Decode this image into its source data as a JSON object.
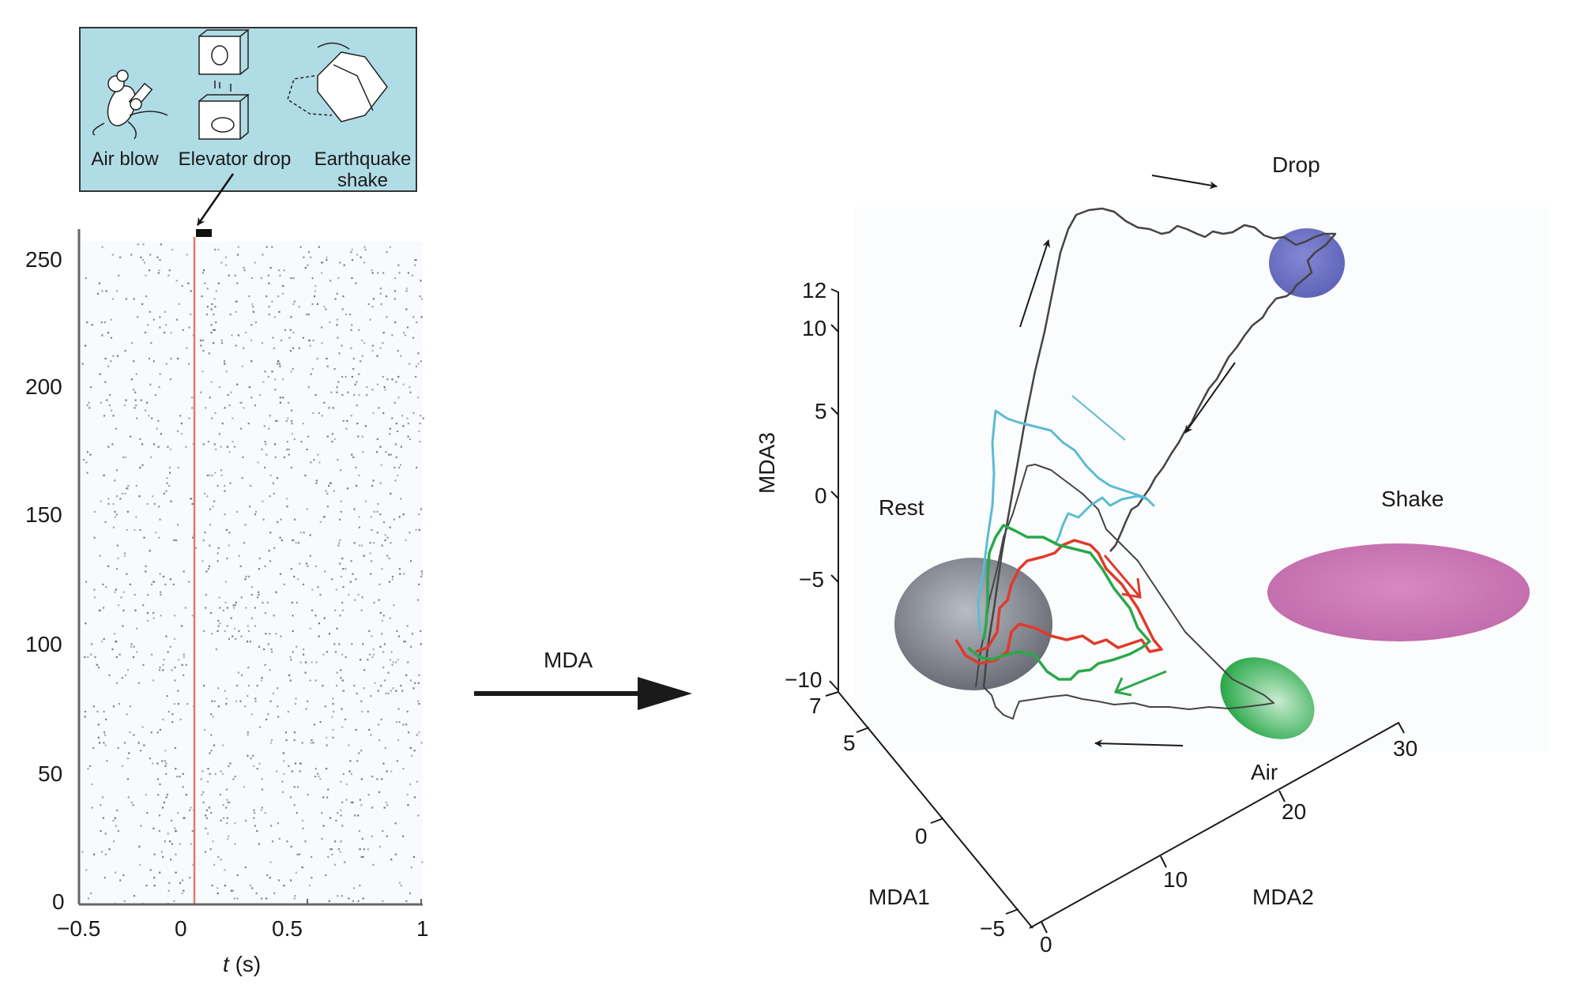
{
  "stimulus_panel": {
    "items": [
      {
        "label": "Air blow",
        "icon": "mouse-air-blow-icon"
      },
      {
        "label": "Elevator drop",
        "icon": "elevator-drop-icon"
      },
      {
        "label": "Earthquake shake",
        "icon": "earthquake-shake-icon"
      }
    ],
    "background": "#b0dce6"
  },
  "raster": {
    "xlabel_italic": "t",
    "xlabel_unit": "(s)",
    "x_ticks": [
      "−0.5",
      "0",
      "0.5",
      "1"
    ],
    "y_ticks": [
      "0",
      "50",
      "100",
      "150",
      "200",
      "250"
    ],
    "xlim": [
      -0.5,
      1
    ],
    "ylim": [
      0,
      260
    ],
    "stimulus_time": 0,
    "stimulus_line_color": "#e07a6a",
    "dot_color": "#5a6075"
  },
  "transform_arrow": {
    "label": "MDA"
  },
  "mda_plot": {
    "axes": {
      "z_label": "MDA3",
      "z_ticks": [
        "12",
        "10",
        "5",
        "0",
        "−5",
        "−10"
      ],
      "x_label": "MDA1",
      "x_ticks": [
        "7",
        "5",
        "0",
        "−5"
      ],
      "y_label": "MDA2",
      "y_ticks": [
        "0",
        "10",
        "20",
        "30"
      ]
    },
    "clusters": [
      {
        "label": "Rest",
        "color": "#7a7d86"
      },
      {
        "label": "Drop",
        "color": "#6b6fc0"
      },
      {
        "label": "Shake",
        "color": "#cc77b6"
      },
      {
        "label": "Air",
        "color": "#3cb454"
      }
    ],
    "trajectory_colors": {
      "drop": "#444444",
      "shake": "#5bbcd2",
      "air_red": "#e03a2a",
      "air_green": "#2aa84a"
    }
  }
}
